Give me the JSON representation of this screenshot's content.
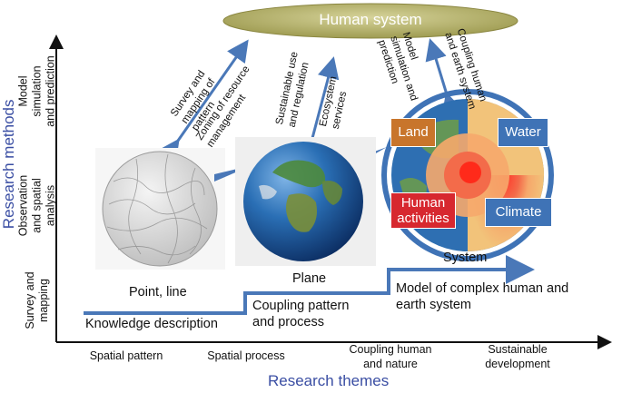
{
  "header": {
    "human_system": "Human system"
  },
  "axes": {
    "y_title": "Research methods",
    "x_title": "Research themes",
    "y_levels": [
      "Survey and mapping",
      "Observation and spatial analysis",
      "Model simulation and prediction"
    ],
    "x_themes": [
      "Spatial pattern",
      "Spatial process",
      "Coupling human and nature",
      "Sustainable development"
    ]
  },
  "stages": {
    "point_line": "Point, line",
    "plane": "Plane",
    "system": "System",
    "knowledge": "Knowledge description",
    "coupling": "Coupling pattern and process",
    "model": "Model of complex human and earth system"
  },
  "links": {
    "survey": "Survey and mapping of pattern",
    "zoning": "Zoning of resource management",
    "sustainable": "Sustainable use and regulation",
    "ecosystem": "Ecosystem services",
    "model_sim": "Model simulation and prediction",
    "coupling_he": "Coupling human and earth system"
  },
  "system_parts": {
    "land": "Land",
    "water": "Water",
    "human": "Human activities",
    "climate": "Climate"
  },
  "colors": {
    "axis_title": "#3a4ea3",
    "arrow": "#4a78b8",
    "ellipse": "#b8b56b",
    "land": "#c8752b",
    "water": "#3f73b6",
    "human": "#d7282f",
    "climate": "#3f73b6"
  }
}
